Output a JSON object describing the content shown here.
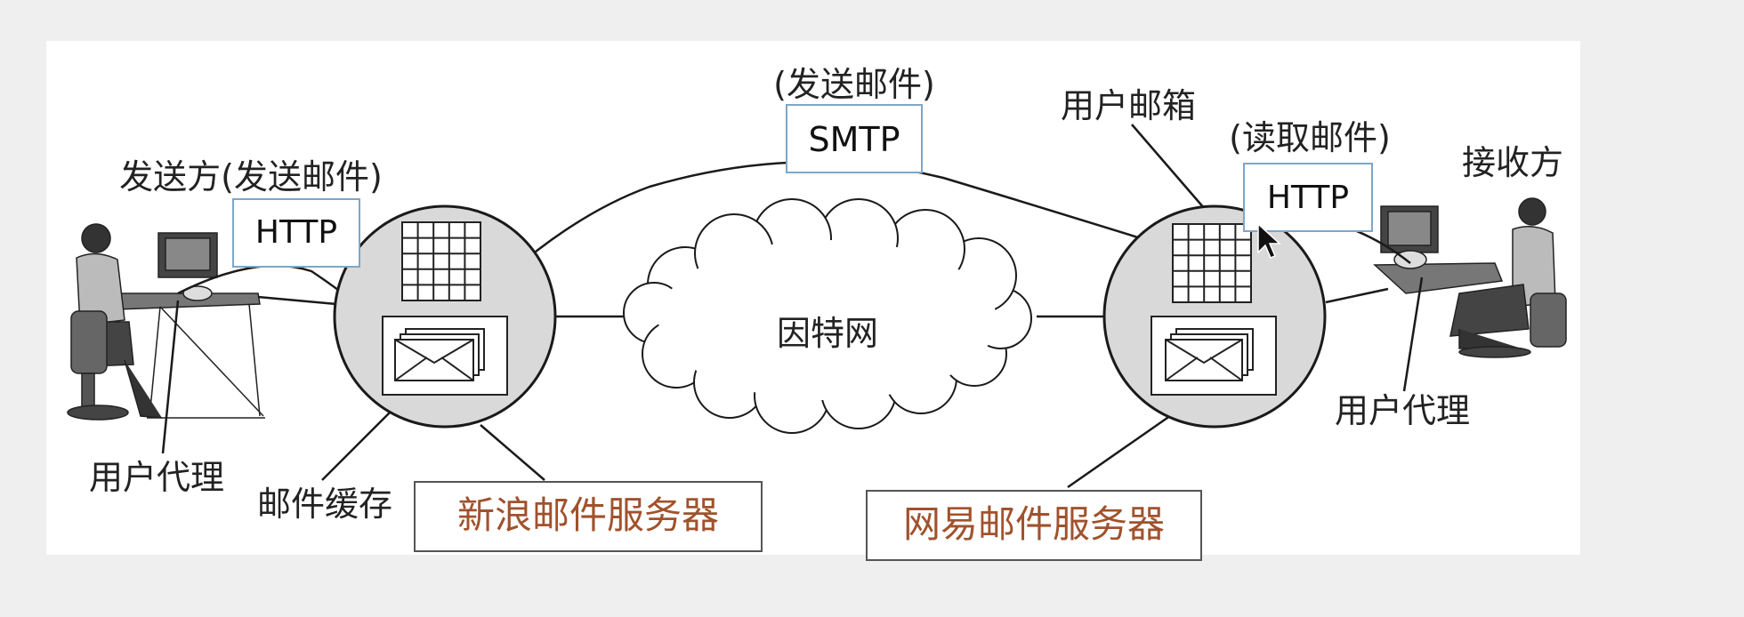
{
  "labels": {
    "send_mail_top": "(发送邮件)",
    "smtp": "SMTP",
    "user_mailbox": "用户邮箱",
    "read_mail": "(读取邮件)",
    "receiver": "接收方",
    "sender": "发送方(发送邮件)",
    "http_left": "HTTP",
    "http_right": "HTTP",
    "internet": "因特网",
    "user_agent_left": "用户代理",
    "mail_cache": "邮件缓存",
    "server_left": "新浪邮件服务器",
    "server_right": "网易邮件服务器",
    "user_agent_right": "用户代理"
  },
  "colors": {
    "server_label": "#a0522d",
    "line": "#1a1a1a",
    "box_border": "#7ea6c8",
    "circle_fill": "#d9d9d9"
  }
}
